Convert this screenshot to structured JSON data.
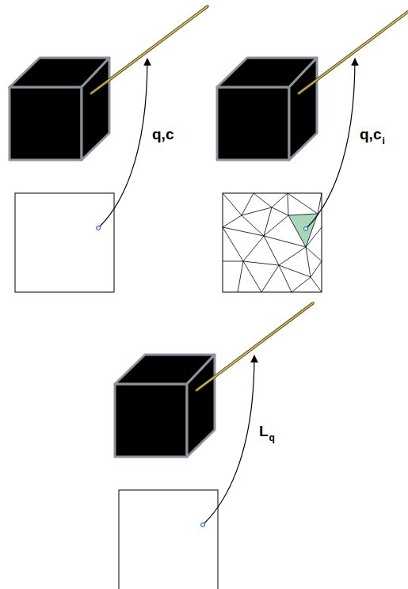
{
  "diagram": {
    "labels": [
      "q,c",
      "q,c",
      "i",
      "L",
      "q"
    ]
  }
}
